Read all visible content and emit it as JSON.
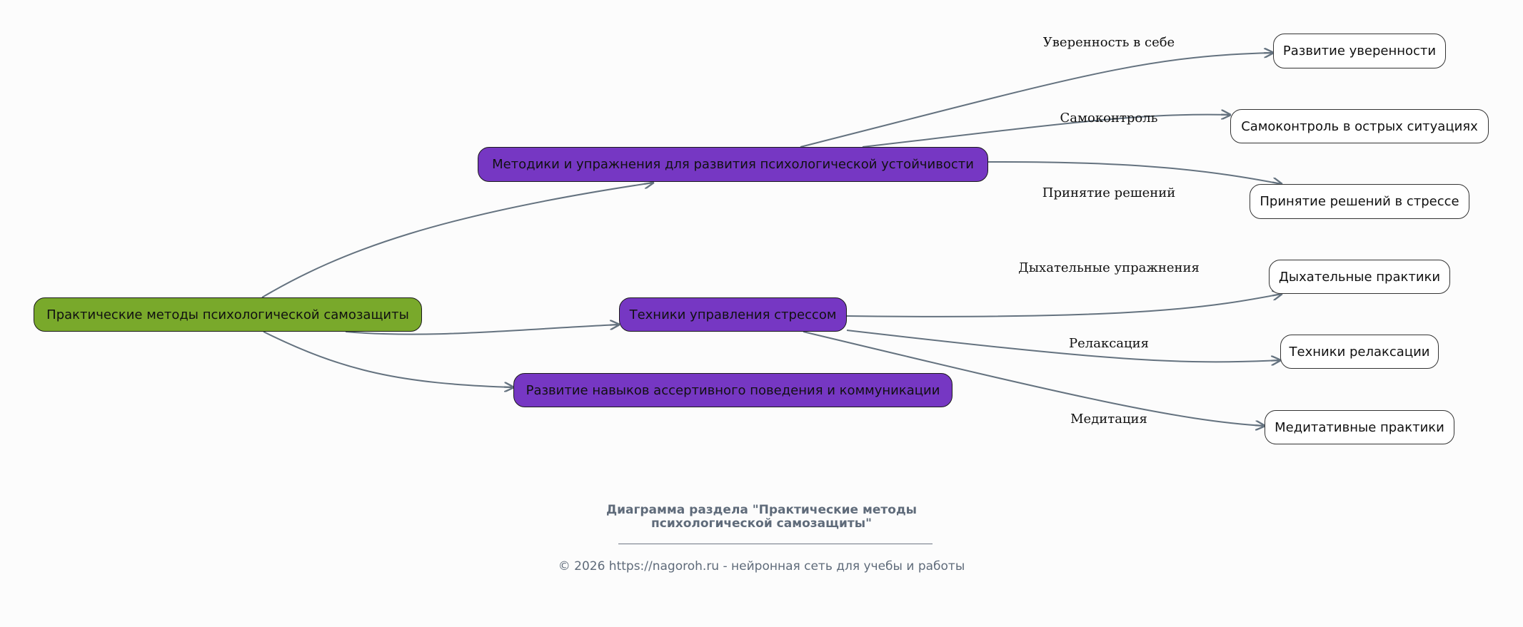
{
  "diagram": {
    "root": {
      "id": "root",
      "label": "Практические методы психологической самозащиты",
      "color": "#79a92b"
    },
    "sections": [
      {
        "id": "methods",
        "label": "Методики и упражнения для развития психологической устойчивости",
        "color": "#7637c3"
      },
      {
        "id": "stress",
        "label": "Техники управления стрессом",
        "color": "#7637c3"
      },
      {
        "id": "assertive",
        "label": "Развитие навыков ассертивного поведения и коммуникации",
        "color": "#7637c3"
      }
    ],
    "leaves": [
      {
        "id": "confidence",
        "label": "Развитие уверенности"
      },
      {
        "id": "selfcontrol",
        "label": "Самоконтроль в острых ситуациях"
      },
      {
        "id": "decisions",
        "label": "Принятие решений в стрессе"
      },
      {
        "id": "breathing",
        "label": "Дыхательные практики"
      },
      {
        "id": "relax",
        "label": "Техники релаксации"
      },
      {
        "id": "meditation",
        "label": "Медитативные практики"
      }
    ],
    "edges": [
      {
        "from": "root",
        "to": "methods",
        "label": ""
      },
      {
        "from": "root",
        "to": "stress",
        "label": ""
      },
      {
        "from": "root",
        "to": "assertive",
        "label": ""
      },
      {
        "from": "methods",
        "to": "confidence",
        "label": "Уверенность в себе"
      },
      {
        "from": "methods",
        "to": "selfcontrol",
        "label": "Самоконтроль"
      },
      {
        "from": "methods",
        "to": "decisions",
        "label": "Принятие решений"
      },
      {
        "from": "stress",
        "to": "breathing",
        "label": "Дыхательные упражнения"
      },
      {
        "from": "stress",
        "to": "relax",
        "label": "Релаксация"
      },
      {
        "from": "stress",
        "to": "meditation",
        "label": "Медитация"
      }
    ],
    "edge_color": "#64727f"
  },
  "footer": {
    "title_line1": "Диаграмма раздела \"Практические методы",
    "title_line2": "психологической самозащиты\"",
    "copyright": "© 2026 https://nagoroh.ru - нейронная сеть для учебы и работы"
  }
}
